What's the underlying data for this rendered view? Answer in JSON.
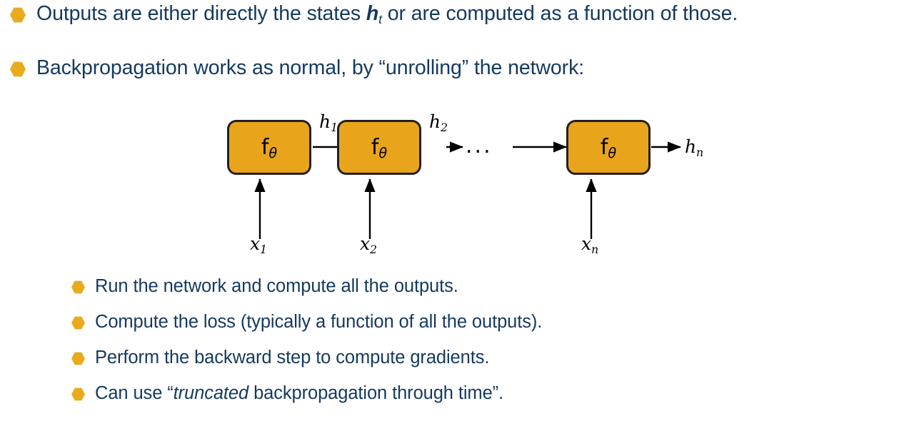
{
  "slide": {
    "background": "#ffffff",
    "text_color": "#14395f",
    "accent_color": "#e8ab1d",
    "box_fill": "#e8a51c",
    "box_stroke": "#231f20"
  },
  "bullets": [
    {
      "level": 1,
      "marker": "hexagon-bullet-icon",
      "parts": [
        {
          "text": "Outputs are either directly the states "
        },
        {
          "text": "h",
          "style": "bold-italic"
        },
        {
          "text": "t",
          "style": "subscript"
        },
        {
          "text": " or are computed as a function of those."
        }
      ],
      "plain": "Outputs are either directly the states h_t or are computed as a function of those."
    },
    {
      "level": 1,
      "marker": "hexagon-bullet-icon",
      "parts": [
        {
          "text": "Backpropagation works as normal, by “unrolling” the network:"
        }
      ],
      "plain": "Backpropagation works as normal, by “unrolling” the network:"
    }
  ],
  "sub_bullets": [
    {
      "level": 2,
      "marker": "hexagon-bullet-icon",
      "plain": "Run the network and compute all the outputs.",
      "parts": [
        {
          "text": "Run the network and compute all the outputs."
        }
      ]
    },
    {
      "level": 2,
      "marker": "hexagon-bullet-icon",
      "plain": "Compute the loss (typically a function of all the outputs).",
      "parts": [
        {
          "text": "Compute the loss (typically a function of all the outputs)."
        }
      ]
    },
    {
      "level": 2,
      "marker": "hexagon-bullet-icon",
      "plain": "Perform the backward step to compute gradients.",
      "parts": [
        {
          "text": "Perform the backward step to compute gradients."
        }
      ]
    },
    {
      "level": 2,
      "marker": "hexagon-bullet-icon",
      "plain": "Can use “truncated backpropagation through time”.",
      "parts": [
        {
          "text": "Can use “"
        },
        {
          "text": "truncated",
          "style": "italic"
        },
        {
          "text": " backpropagation through time”."
        }
      ]
    }
  ],
  "diagram": {
    "name": "unrolled-rnn-diagram",
    "cells": [
      {
        "id": "cell-1",
        "label_base": "f",
        "label_sub": "θ",
        "input_base": "x",
        "input_sub": "1",
        "output_base": "h",
        "output_sub": "1"
      },
      {
        "id": "cell-2",
        "label_base": "f",
        "label_sub": "θ",
        "input_base": "x",
        "input_sub": "2",
        "output_base": "h",
        "output_sub": "2"
      },
      {
        "id": "cell-n",
        "label_base": "f",
        "label_sub": "θ",
        "input_base": "x",
        "input_sub": "n",
        "output_base": "h",
        "output_sub": "n"
      }
    ],
    "ellipsis": "▪ ▪ ▪",
    "ellipsis_text": "..."
  }
}
